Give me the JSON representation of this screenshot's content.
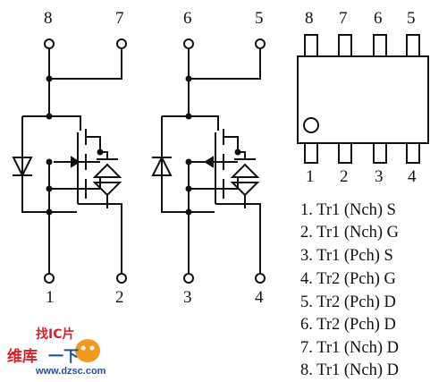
{
  "left_circuit": {
    "top_pins": [
      "8",
      "7"
    ],
    "bottom_pins": [
      "1",
      "2"
    ]
  },
  "right_circuit": {
    "top_pins": [
      "6",
      "5"
    ],
    "bottom_pins": [
      "3",
      "4"
    ]
  },
  "package": {
    "top_pins": [
      "8",
      "7",
      "6",
      "5"
    ],
    "bottom_pins": [
      "1",
      "2",
      "3",
      "4"
    ]
  },
  "pin_functions": [
    "1. Tr1 (Nch) S",
    "2. Tr1 (Nch) G",
    "3. Tr1 (Pch) S",
    "4. Tr2 (Pch) G",
    "5. Tr2 (Pch) D",
    "6. Tr2 (Pch) D",
    "7. Tr1 (Nch) D",
    "8. Tr1 (Nch) D"
  ],
  "watermark": {
    "chinese_1": "维库",
    "chinese_2": "一下",
    "logo_text": "找IC片",
    "url": "www.dzsc.com"
  },
  "colors": {
    "line": "#111111",
    "watermark_red": "#d8202a",
    "watermark_orange": "#f29a1f",
    "watermark_blue": "#1f4fa8"
  }
}
